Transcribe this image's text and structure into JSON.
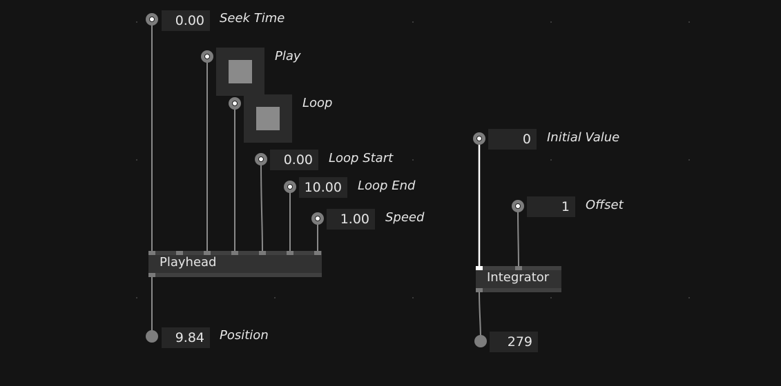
{
  "inputs": {
    "seek_time": {
      "value": "0.00",
      "label": "Seek Time"
    },
    "play": {
      "label": "Play"
    },
    "loop": {
      "label": "Loop"
    },
    "loop_start": {
      "value": "0.00",
      "label": "Loop Start"
    },
    "loop_end": {
      "value": "10.00",
      "label": "Loop End"
    },
    "speed": {
      "value": "1.00",
      "label": "Speed"
    },
    "initial_value": {
      "value": "0",
      "label": "Initial Value"
    },
    "offset": {
      "value": "1",
      "label": "Offset"
    }
  },
  "nodes": {
    "playhead": {
      "title": "Playhead"
    },
    "integrator": {
      "title": "Integrator"
    }
  },
  "outputs": {
    "position": {
      "value": "9.84",
      "label": "Position"
    },
    "integrator_out": {
      "value": "279"
    }
  },
  "colors": {
    "background": "#141414",
    "wire": "#8a8a8a",
    "wire_active": "#ffffff"
  }
}
